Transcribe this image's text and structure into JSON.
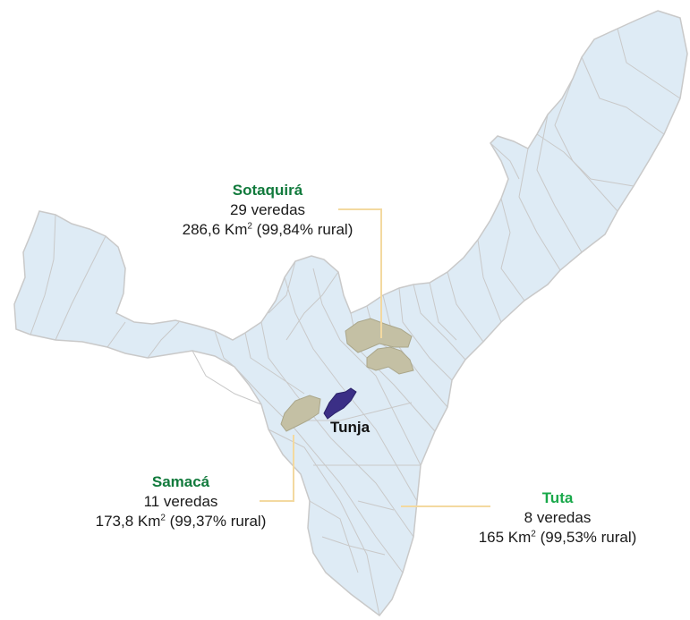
{
  "colors": {
    "department_fill": "#deebf5",
    "border": "#c9c9c9",
    "highlight_fill": "#c4c0a4",
    "tunja_fill": "#3b2f86",
    "leader_line": "#f3d9a0",
    "name_green": "#117a3c",
    "name_green_tuta": "#19a84a"
  },
  "labels": {
    "sotaquira": {
      "name": "Sotaquirá",
      "veredas": "29 veredas",
      "area": "286,6 Km",
      "sup": "2",
      "rural": " (99,84% rural)"
    },
    "samaca": {
      "name": "Samacá",
      "veredas": "11 veredas",
      "area": "173,8 Km",
      "sup": "2",
      "rural": " (99,37% rural)"
    },
    "tuta": {
      "name": "Tuta",
      "veredas": "8 veredas",
      "area": "165 Km",
      "sup": "2",
      "rural": " (99,53% rural)"
    },
    "tunja": {
      "name": "Tunja"
    }
  }
}
